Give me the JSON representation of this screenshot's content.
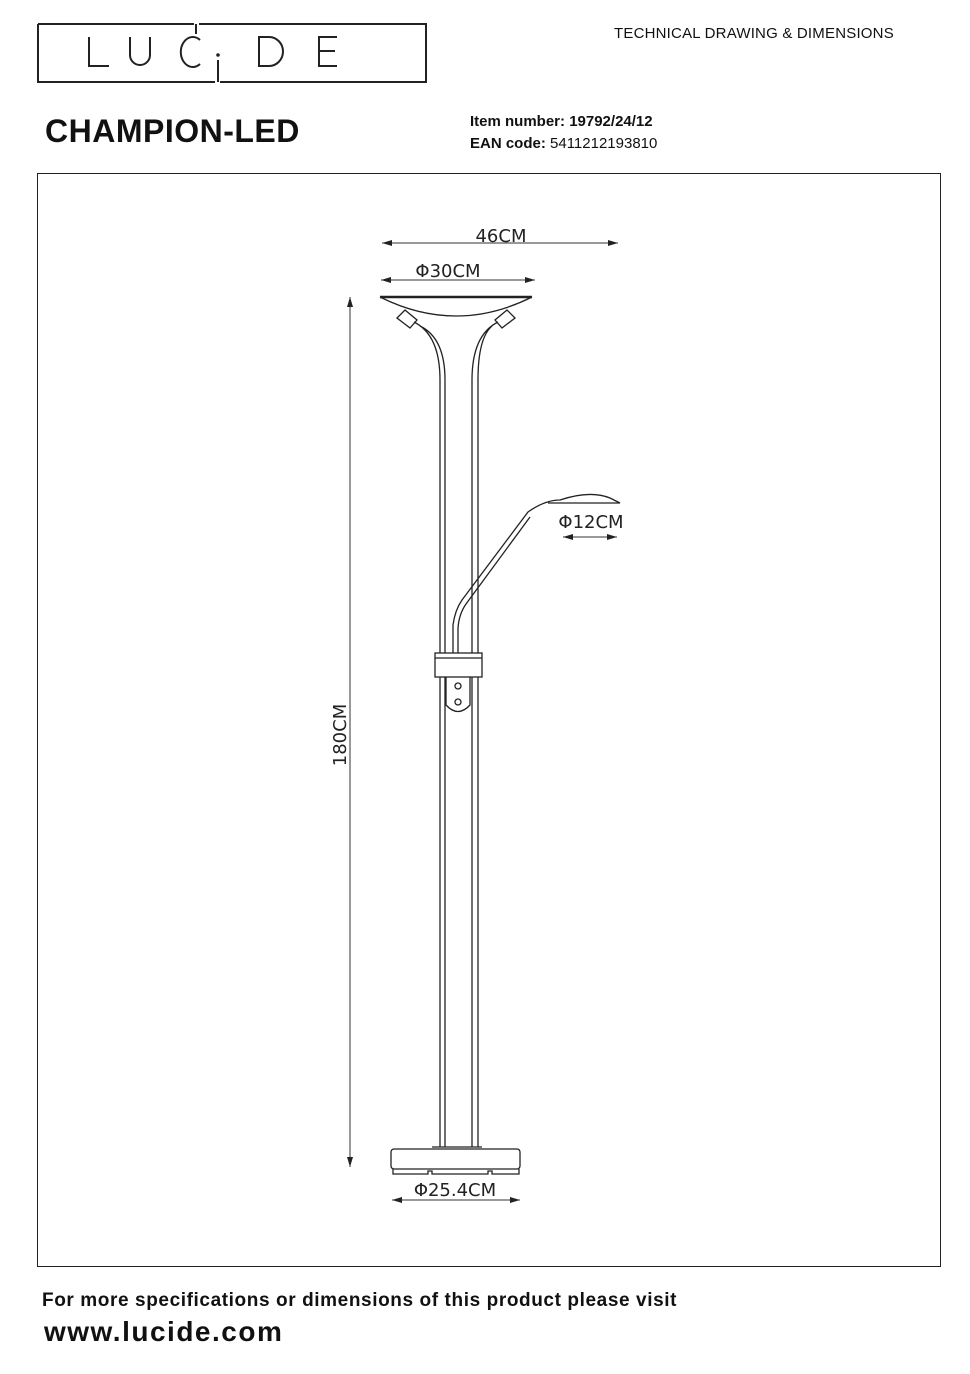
{
  "brand": {
    "logo_text": "LUCIDE"
  },
  "header": {
    "doc_type": "TECHNICAL DRAWING & DIMENSIONS",
    "product_name": "CHAMPION-LED",
    "item_number_label": "Item number:",
    "item_number": "19792/24/12",
    "ean_label": "EAN code:",
    "ean": "5411212193810"
  },
  "dimensions": {
    "total_width": "46CM",
    "shade_diameter": "Φ30CM",
    "reading_light_diameter": "Φ12CM",
    "height": "180CM",
    "base_diameter": "Φ25.4CM"
  },
  "footer": {
    "more_info": "For more specifications or dimensions of this product please visit",
    "url": "www.lucide.com"
  }
}
